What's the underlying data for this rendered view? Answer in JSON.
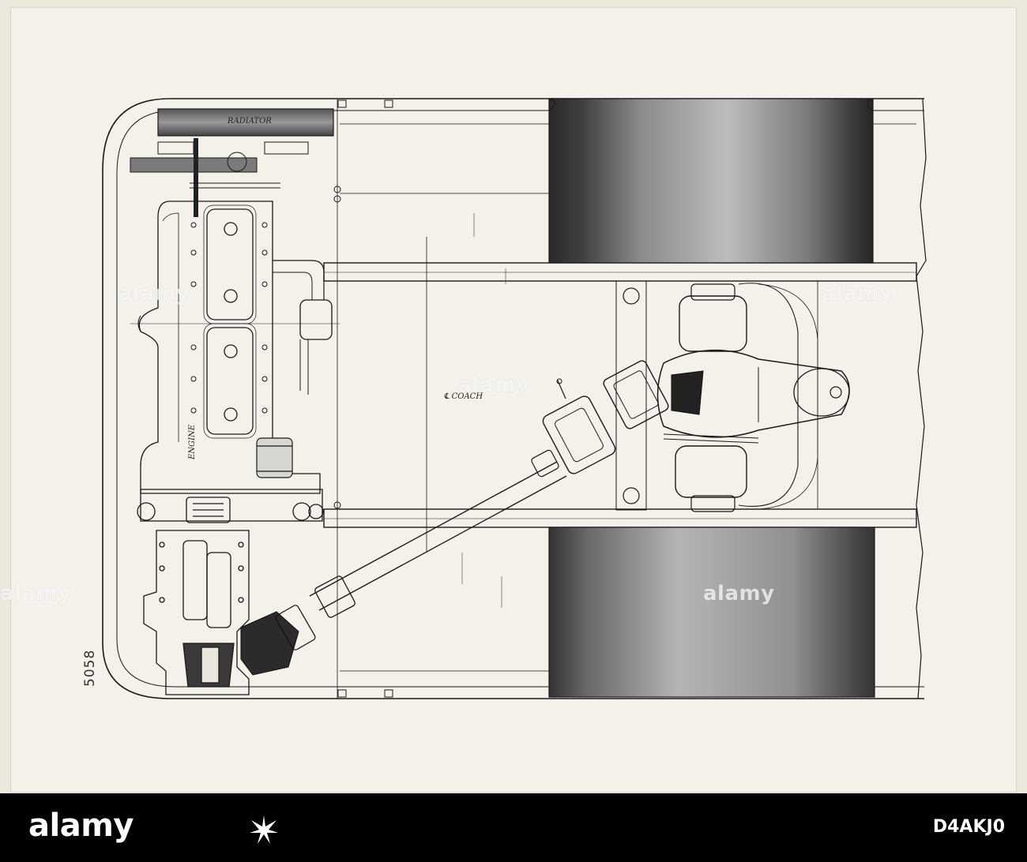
{
  "drawing": {
    "sheet_number": "5058",
    "labels": {
      "engine_label": "ENGINE",
      "centerline_label": "℄ COACH",
      "radiator_label": "RADIATOR"
    }
  },
  "watermark": {
    "text": "alamy"
  },
  "footer": {
    "brand": "alamy",
    "image_id": "D4AKJ0"
  }
}
